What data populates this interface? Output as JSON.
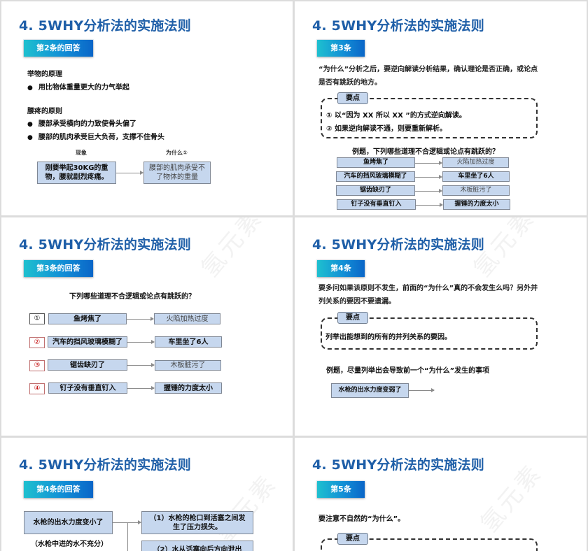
{
  "watermark": "氢元素",
  "slides": [
    {
      "title": "4. 5WHY分析法的实施法则",
      "tag": "第2条的回答",
      "section1_heading": "举物的原理",
      "section1_bullets": [
        "用比物体重量更大的力气举起"
      ],
      "section2_heading": "腰疼的原则",
      "section2_bullets": [
        "腰部承受横向的力致使骨头偏了",
        "腰部的肌肉承受巨大负荷，支撑不住骨头"
      ],
      "col_labels": [
        "现象",
        "为什么①"
      ],
      "phenomenon_box": "刚要举起30KG的重物，腰就剧烈疼痛。",
      "why_box": "腰部的肌肉承受不了物体的重量"
    },
    {
      "title": "4. 5WHY分析法的实施法则",
      "tag": "第3条",
      "intro": "“为什么”分析之后，要逆向解读分析结果，确认理论是否正确，或论点是否有跳跃的地方。",
      "key_label": "要点",
      "key_points": [
        "① 以“因为 XX 所以 XX ”的方式逆向解读。",
        "② 如果逆向解读不通，则要重新解析。"
      ],
      "question": "例题，下列哪些道理不合逻辑或论点有跳跃的？",
      "pairs": [
        {
          "left": "鱼烤焦了",
          "right": "火陷加热过度"
        },
        {
          "left": "汽车的挡风玻璃模糊了",
          "right": "车里坐了6人"
        },
        {
          "left": "锯齿缺刃了",
          "right": "木板脏污了"
        },
        {
          "left": "钉子没有垂直钉入",
          "right": "握锤的力度太小"
        }
      ]
    },
    {
      "title": "4. 5WHY分析法的实施法则",
      "tag": "第3条的回答",
      "question": "下列哪些道理不合逻辑或论点有跳跃的？",
      "rows": [
        {
          "num": "①",
          "left": "鱼烤焦了",
          "right": "火陷加热过度"
        },
        {
          "num": "②",
          "left": "汽车的挡风玻璃模糊了",
          "right": "车里坐了6人"
        },
        {
          "num": "③",
          "left": "锯齿缺刃了",
          "right": "木板脏污了"
        },
        {
          "num": "④",
          "left": "钉子没有垂直钉入",
          "right": "握锤的力度太小"
        }
      ]
    },
    {
      "title": "4. 5WHY分析法的实施法则",
      "tag": "第4条",
      "intro": "要多问如果该原则不发生，前面的“为什么”真的不会发生么吗？另外并列关系的要因不要遗漏。",
      "key_label": "要点",
      "key_points": [
        "列举出能想到的所有的并列关系的要因。"
      ],
      "example": "例题，尽量列举出会导致前一个“为什么”发生的事项",
      "example_box": "水枪的出水力度变弱了"
    },
    {
      "title": "4. 5WHY分析法的实施法则",
      "tag": "第4条的回答",
      "main_box": "水枪的出水力度变小了",
      "main_note": "（水枪中进的水不充分）",
      "causes": [
        "（1）水枪的枪口到活塞之间发生了压力损失。",
        "（2）水从活塞向后方向泄出"
      ]
    },
    {
      "title": "4. 5WHY分析法的实施法则",
      "tag": "第5条",
      "intro": "要注意不自然的“为什么”。",
      "key_label": "要点"
    }
  ]
}
